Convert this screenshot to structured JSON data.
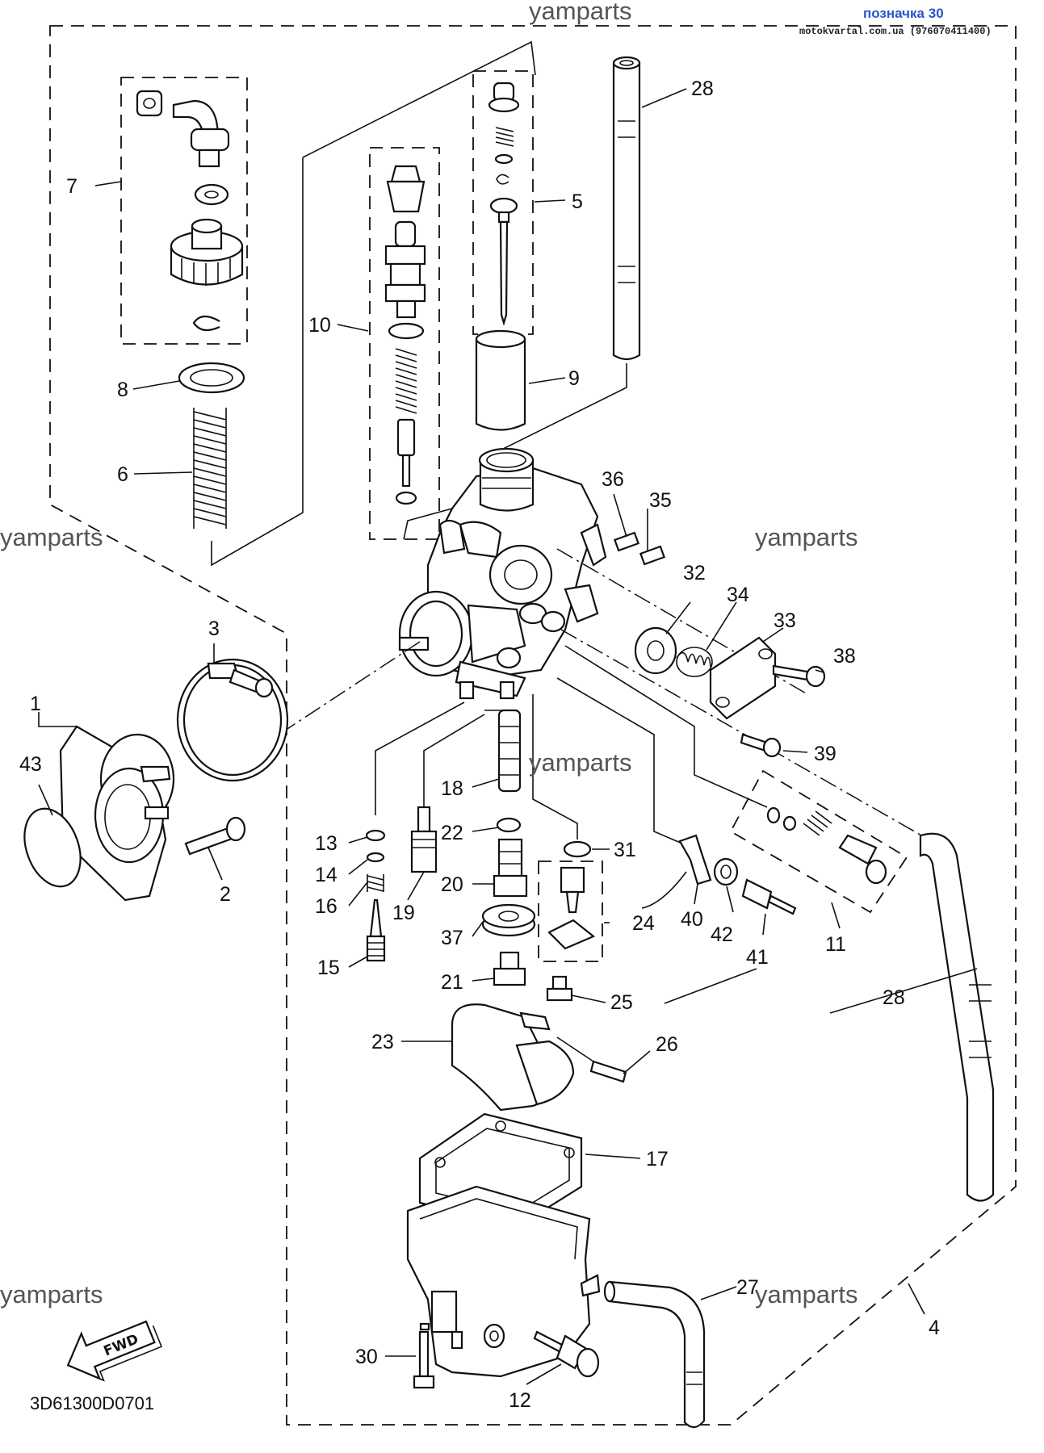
{
  "watermarks": [
    "yamparts",
    "yamparts",
    "yamparts",
    "yamparts",
    "yamparts",
    "yamparts"
  ],
  "header": {
    "tag": "позначка 30",
    "source": "motokvartal.com.ua (976070411400)"
  },
  "diagram_code": "3D61300D0701",
  "fwd_label": "FWD",
  "callouts": [
    "1",
    "2",
    "3",
    "4",
    "5",
    "6",
    "7",
    "8",
    "9",
    "10",
    "11",
    "12",
    "13",
    "14",
    "15",
    "16",
    "17",
    "18",
    "19",
    "20",
    "21",
    "22",
    "23",
    "24",
    "25",
    "26",
    "27",
    "28",
    "28",
    "30",
    "31",
    "32",
    "33",
    "34",
    "35",
    "36",
    "37",
    "38",
    "39",
    "40",
    "41",
    "42",
    "43"
  ],
  "icons": [
    "fwd-arrow-icon"
  ]
}
